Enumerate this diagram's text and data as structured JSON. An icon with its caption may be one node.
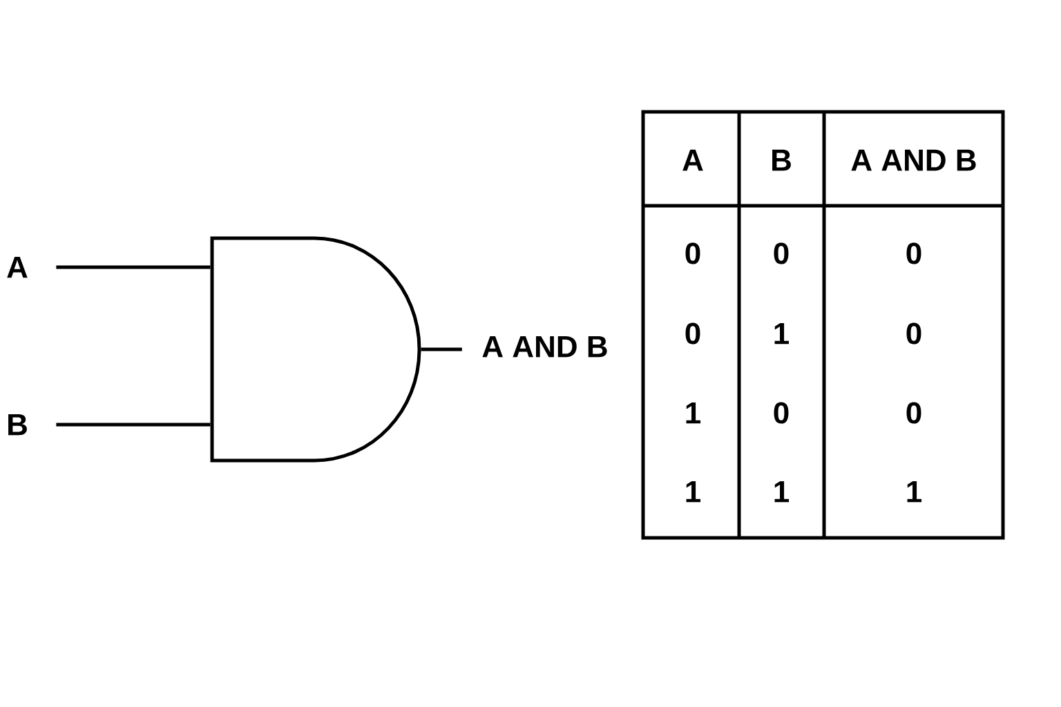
{
  "diagram": {
    "nodes": [
      {
        "text": [
          "A"
        ]
      },
      {
        "text": [
          "B"
        ]
      },
      {
        "text": [],
        "shape": "gate"
      },
      {
        "text": [
          "A AND B"
        ]
      }
    ],
    "edges": [
      {
        "from": 0,
        "to": 2,
        "arrow": "none"
      },
      {
        "from": 1,
        "to": 2,
        "arrow": "none"
      },
      {
        "from": 2,
        "to": 3,
        "arrow": "none"
      }
    ],
    "labels": [
      "A",
      "B",
      "A AND B",
      "0",
      "0",
      "0",
      "0",
      "1",
      "0",
      "1",
      "0",
      "0",
      "1",
      "1",
      "1"
    ]
  }
}
